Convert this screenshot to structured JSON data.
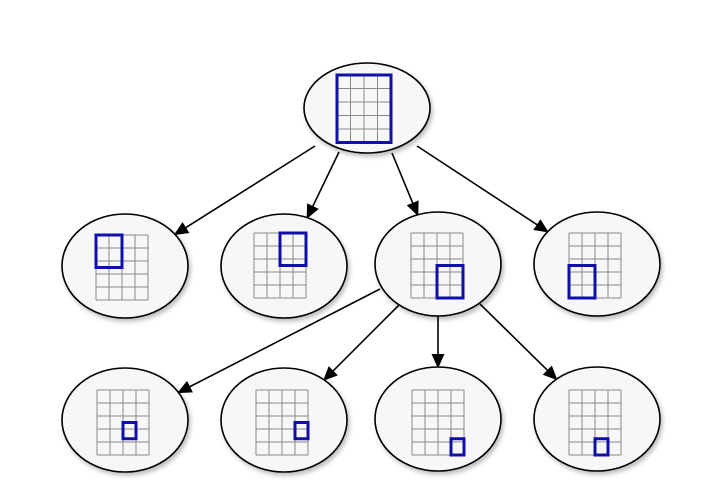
{
  "diagram": {
    "type": "quadtree",
    "grid": {
      "columns": 4,
      "rows": 5
    },
    "colors": {
      "node_fill": "#f7f7f7",
      "node_stroke": "#000000",
      "grid_line": "#8a8a8a",
      "highlight": "#1010a8",
      "edge": "#000000"
    },
    "nodes": [
      {
        "id": "root",
        "level": 0,
        "region": {
          "col": 0,
          "row": 0,
          "w": 4,
          "h": 5
        }
      },
      {
        "id": "child-1",
        "level": 1,
        "parent": "root",
        "region": {
          "col": 0,
          "row": 0,
          "w": 2,
          "h": 2.5
        }
      },
      {
        "id": "child-2",
        "level": 1,
        "parent": "root",
        "region": {
          "col": 2,
          "row": 0,
          "w": 2,
          "h": 2.5
        }
      },
      {
        "id": "child-3",
        "level": 1,
        "parent": "root",
        "region": {
          "col": 2,
          "row": 2.5,
          "w": 2,
          "h": 2.5
        }
      },
      {
        "id": "child-4",
        "level": 1,
        "parent": "root",
        "region": {
          "col": 0,
          "row": 2.5,
          "w": 2,
          "h": 2.5
        }
      },
      {
        "id": "grandchild-1",
        "level": 2,
        "parent": "child-3",
        "region": {
          "col": 2,
          "row": 2.5,
          "w": 1,
          "h": 1.25
        }
      },
      {
        "id": "grandchild-2",
        "level": 2,
        "parent": "child-3",
        "region": {
          "col": 3,
          "row": 2.5,
          "w": 1,
          "h": 1.25
        }
      },
      {
        "id": "grandchild-3",
        "level": 2,
        "parent": "child-3",
        "region": {
          "col": 3,
          "row": 3.75,
          "w": 1,
          "h": 1.25
        }
      },
      {
        "id": "grandchild-4",
        "level": 2,
        "parent": "child-3",
        "region": {
          "col": 2,
          "row": 3.75,
          "w": 1,
          "h": 1.25
        }
      }
    ]
  }
}
